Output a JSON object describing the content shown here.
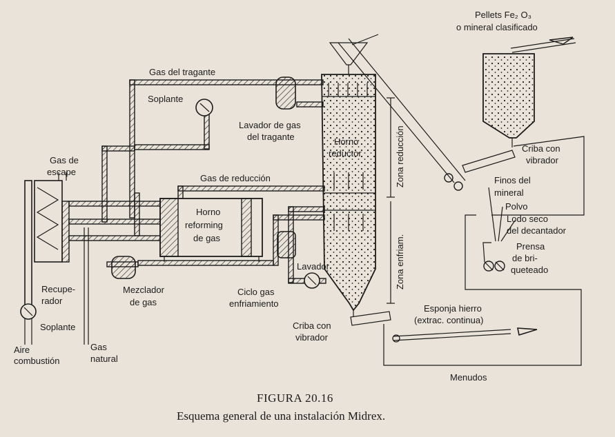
{
  "labels": {
    "pellets_line1": "Pellets Fe₂ O₃",
    "pellets_line2": "o mineral clasificado",
    "gas_tragante": "Gas del tragante",
    "soplante_top": "Soplante",
    "lavador_tragante_1": "Lavador de gas",
    "lavador_tragante_2": "del tragante",
    "horno_reductor_1": "Horno",
    "horno_reductor_2": "reductor",
    "zona_reduccion": "Zona reducción",
    "zona_enfriam": "Zona enfriam.",
    "gas_escape_1": "Gas de",
    "gas_escape_2": "escape",
    "gas_reduccion": "Gas de reducción",
    "horno_reforming_1": "Horno",
    "horno_reforming_2": "reforming",
    "horno_reforming_3": "de gas",
    "lavador": "Lavador",
    "ciclo_gas_1": "Ciclo gas",
    "ciclo_gas_2": "enfriamiento",
    "recuperador_1": "Recupe-",
    "recuperador_2": "rador",
    "mezclador_1": "Mezclador",
    "mezclador_2": "de gas",
    "soplante_bottom": "Soplante",
    "aire_1": "Aire",
    "aire_2": "combustión",
    "gas_natural_1": "Gas",
    "gas_natural_2": "natural",
    "criba_bottom_1": "Criba con",
    "criba_bottom_2": "vibrador",
    "esponja_1": "Esponja hierro",
    "esponja_2": "(extrac. continua)",
    "menudos": "Menudos",
    "criba_top_1": "Criba con",
    "criba_top_2": "vibrador",
    "finos_1": "Finos del",
    "finos_2": "mineral",
    "polvo": "Polvo",
    "lodo_1": "Lodo seco",
    "lodo_2": "del decantador",
    "prensa_1": "Prensa",
    "prensa_2": "de bri-",
    "prensa_3": "queteado"
  },
  "caption": {
    "figure": "FIGURA 20.16",
    "title": "Esquema general de una instalación Midrex."
  },
  "colors": {
    "background": "#e9e3d9",
    "ink": "#1b1b1b"
  }
}
